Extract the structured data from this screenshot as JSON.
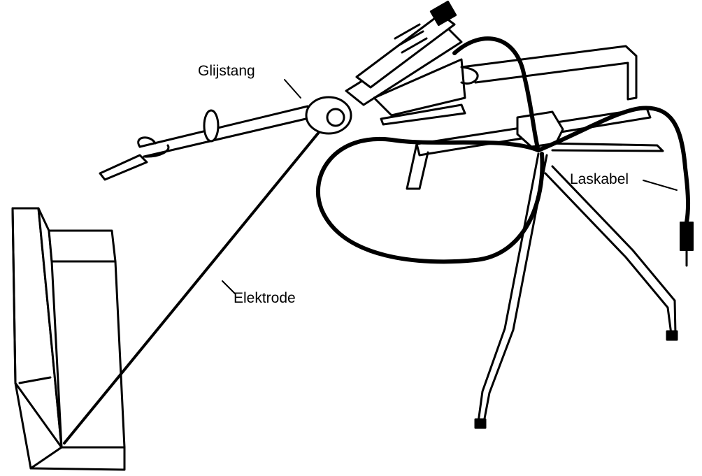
{
  "labels": {
    "slide_bar": "Glijstang",
    "welding_cable": "Laskabel",
    "electrode": "Elektrode"
  },
  "colors": {
    "ink": "#000000",
    "paper": "#ffffff"
  }
}
